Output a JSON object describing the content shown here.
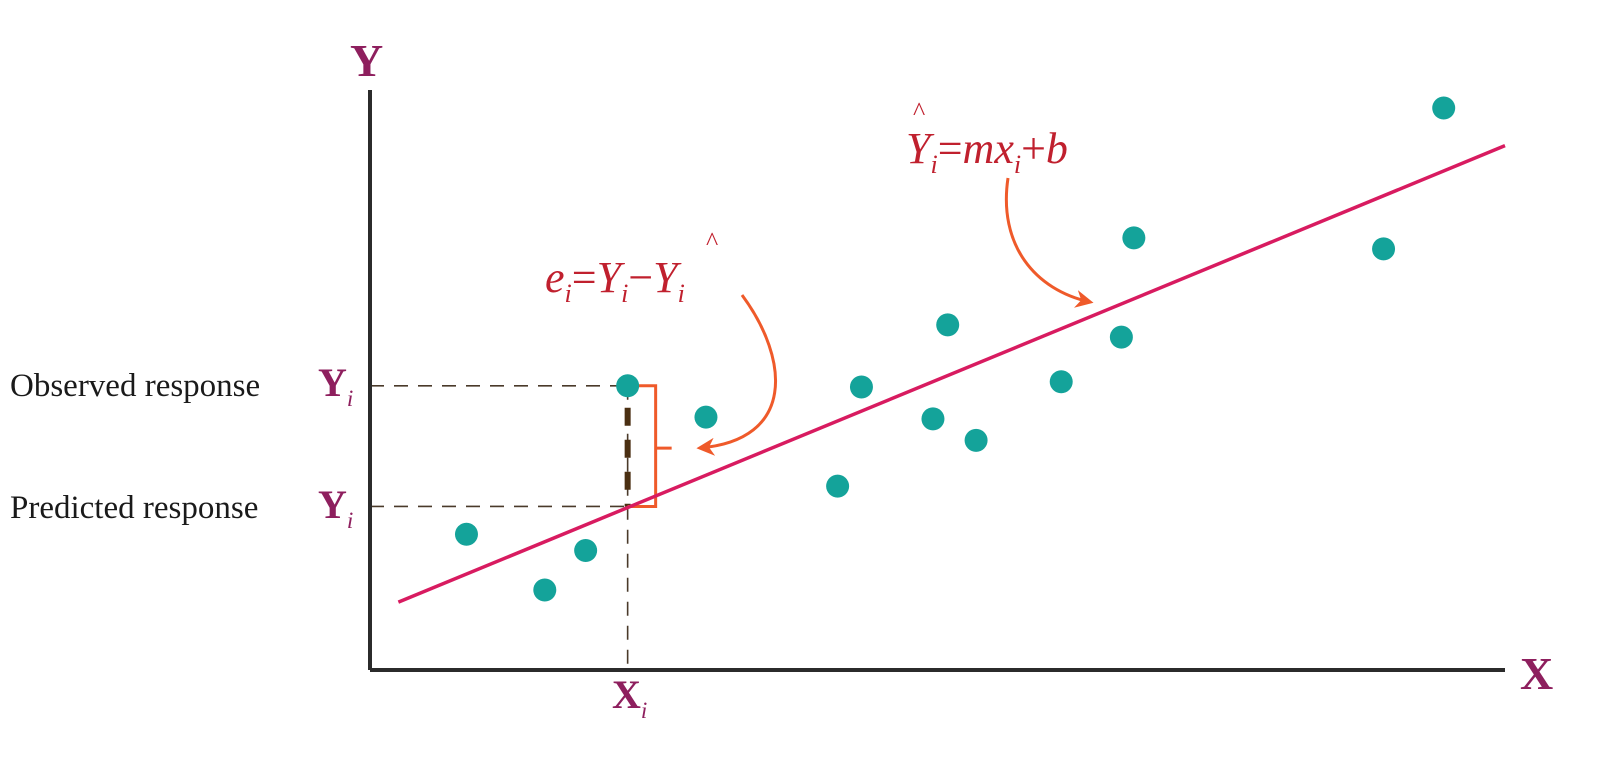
{
  "colors": {
    "axis": "#2b2b2b",
    "axis_title": "#8e1f5e",
    "point": "#14a39a",
    "fit_line": "#d81b60",
    "residual_bracket": "#ef5a2a",
    "residual_segment": "#4a2f12",
    "guide_dash": "#4a3a2a",
    "equation": "#c0202e",
    "arrow": "#ef5a2a"
  },
  "axes": {
    "x_title": "X",
    "y_title": "Y"
  },
  "labels": {
    "observed_text": "Observed response",
    "observed_symbol": "Y",
    "observed_sub": "i",
    "predicted_text": "Predicted response",
    "predicted_symbol": "Y",
    "predicted_sub": "i",
    "xi_symbol": "X",
    "xi_sub": "i"
  },
  "equations": {
    "fit": {
      "hat": "^",
      "lhs": "Y",
      "lhs_sub": "i",
      "equals": "=",
      "m": "mx",
      "x_sub": "i",
      "plus": "+",
      "b": "b"
    },
    "residual": {
      "e": "e",
      "e_sub": "i",
      "equals": "=",
      "y": "Y",
      "y_sub": "i",
      "minus": "−",
      "hat": "^",
      "yhat": "Y",
      "yhat_sub": "i"
    }
  },
  "chart_data": {
    "type": "scatter",
    "xlim": [
      0,
      100
    ],
    "ylim": [
      0,
      100
    ],
    "points": [
      {
        "x": 8.5,
        "y": 23.4
      },
      {
        "x": 15.4,
        "y": 13.8
      },
      {
        "x": 19.0,
        "y": 20.6
      },
      {
        "x": 22.7,
        "y": 49.0
      },
      {
        "x": 29.6,
        "y": 43.6
      },
      {
        "x": 41.2,
        "y": 31.7
      },
      {
        "x": 43.3,
        "y": 48.8
      },
      {
        "x": 49.6,
        "y": 43.3
      },
      {
        "x": 50.9,
        "y": 59.5
      },
      {
        "x": 53.4,
        "y": 39.6
      },
      {
        "x": 60.9,
        "y": 49.7
      },
      {
        "x": 66.2,
        "y": 57.4
      },
      {
        "x": 67.3,
        "y": 74.5
      },
      {
        "x": 89.3,
        "y": 72.6
      },
      {
        "x": 94.6,
        "y": 96.9
      }
    ],
    "fit_line": {
      "x1": 2.5,
      "y1": 11.7,
      "x2": 100,
      "y2": 90.4
    },
    "highlighted_x": 22.7,
    "observed_y": 49.0,
    "predicted_y": 28.2
  }
}
